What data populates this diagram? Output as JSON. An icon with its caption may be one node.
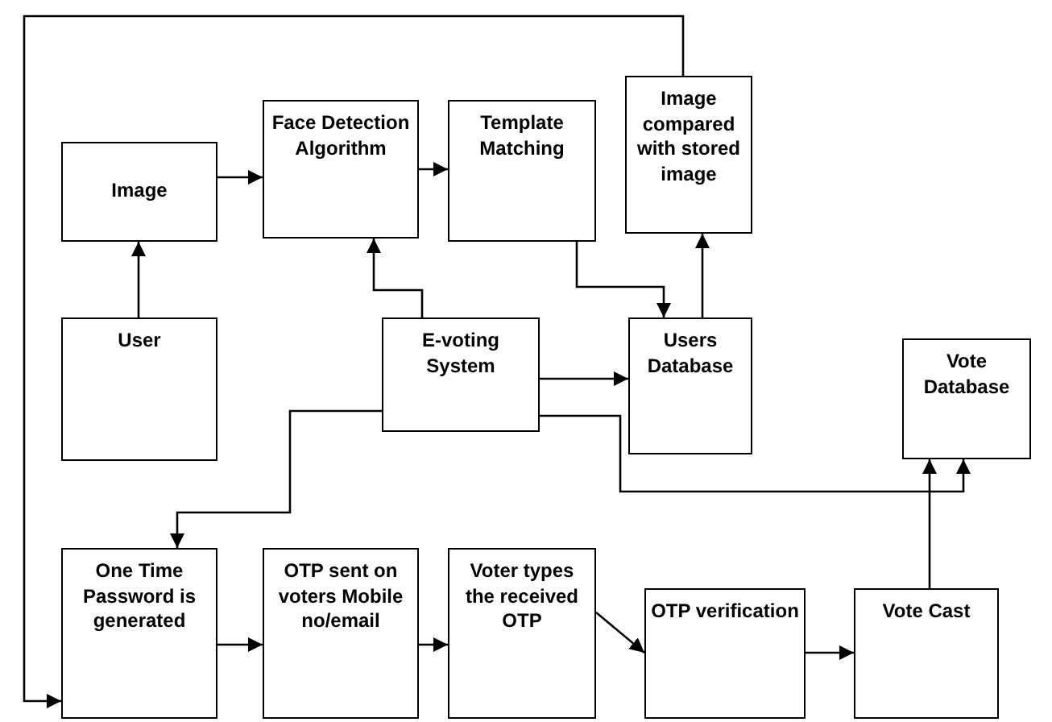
{
  "diagram": {
    "nodes": [
      {
        "text": [
          "Image"
        ]
      },
      {
        "text": [
          "Face Detection Algorithm"
        ]
      },
      {
        "text": [
          "Template Matching"
        ]
      },
      {
        "text": [
          "Image compared with stored image"
        ]
      },
      {
        "text": [
          "User"
        ]
      },
      {
        "text": [
          "E-voting System"
        ]
      },
      {
        "text": [
          "Users Database"
        ]
      },
      {
        "text": [
          "Vote Database"
        ]
      },
      {
        "text": [
          "One Time Password is generated"
        ]
      },
      {
        "text": [
          "OTP sent on voters Mobile no/email"
        ]
      },
      {
        "text": [
          "Voter types the received OTP"
        ]
      },
      {
        "text": [
          "OTP verification"
        ]
      },
      {
        "text": [
          "Vote Cast"
        ]
      }
    ],
    "edges": [
      {
        "from": 4,
        "to": 0,
        "arrow": "to"
      },
      {
        "from": 0,
        "to": 1,
        "arrow": "to"
      },
      {
        "from": 1,
        "to": 2,
        "arrow": "to"
      },
      {
        "from": 2,
        "to": 6,
        "arrow": "to"
      },
      {
        "from": 6,
        "to": 3,
        "arrow": "to"
      },
      {
        "from": 5,
        "to": 1,
        "arrow": "to"
      },
      {
        "from": 5,
        "to": 6,
        "arrow": "to"
      },
      {
        "from": 5,
        "to": 7,
        "arrow": "to"
      },
      {
        "from": 5,
        "to": 8,
        "arrow": "to"
      },
      {
        "from": 8,
        "to": 9,
        "arrow": "to"
      },
      {
        "from": 9,
        "to": 10,
        "arrow": "to"
      },
      {
        "from": 10,
        "to": 11,
        "arrow": "to"
      },
      {
        "from": 11,
        "to": 12,
        "arrow": "to"
      },
      {
        "from": 12,
        "to": 7,
        "arrow": "to"
      },
      {
        "from": 3,
        "to": 8,
        "arrow": "to"
      }
    ]
  }
}
